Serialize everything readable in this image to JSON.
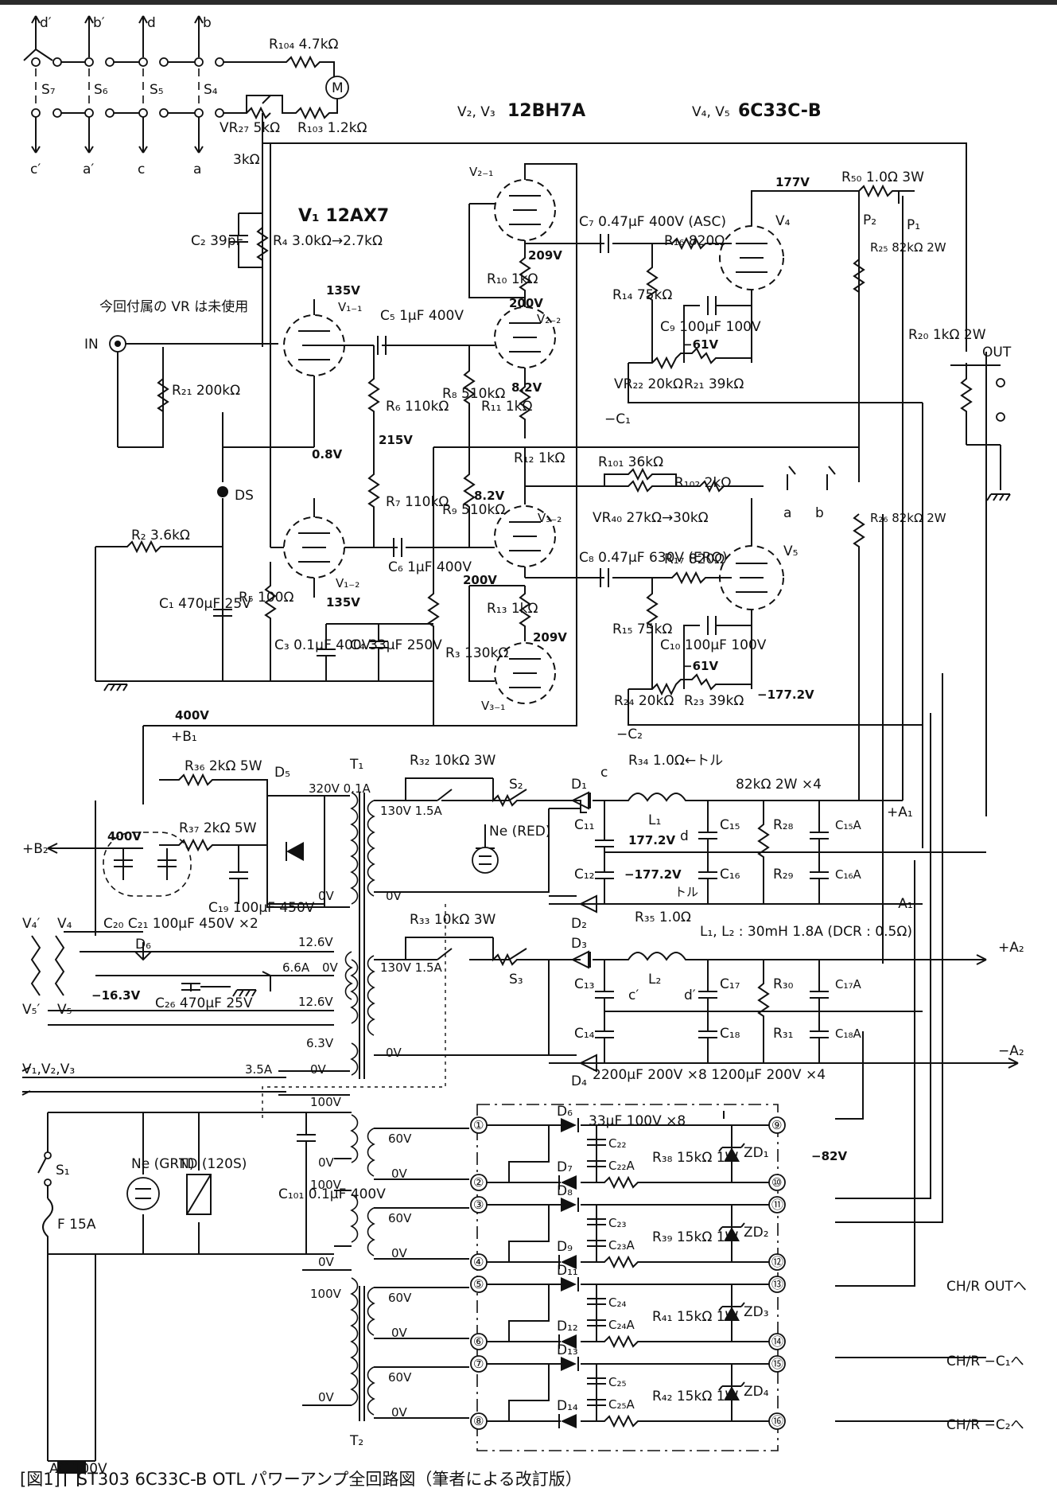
{
  "caption": "[図1]　ST303 6C33C-B OTL パワーアンプ全回路図（筆者による改訂版）",
  "headers": {
    "v1": "V₁ 12AX7",
    "v23_prefix": "V₂, V₃",
    "v23_type": "12BH7A",
    "v45_prefix": "V₄, V₅",
    "v45_type": "6C33C-B"
  },
  "switches": {
    "top_labels": [
      "d′",
      "b′",
      "d",
      "b"
    ],
    "names": [
      "S₇",
      "S₆",
      "S₅",
      "S₄"
    ],
    "bottom_labels": [
      "c′",
      "a′",
      "c",
      "a"
    ]
  },
  "meter_circuit": {
    "r104": "R₁₀₄ 4.7kΩ",
    "meter": "M",
    "vr27": "VR₂₇ 5kΩ",
    "r103": "R₁₀₃ 1.2kΩ",
    "vr27_note": "3kΩ"
  },
  "input_stage": {
    "in": "IN",
    "vr_note": "今回付属の VR は未使用",
    "r21": "R₂₁ 200kΩ",
    "c2": "C₂ 39pF",
    "r4": "R₄ 3.0kΩ→2.7kΩ",
    "v11": "V₁₋₁",
    "v12": "V₁₋₂",
    "ds": "DS",
    "r2": "R₂ 3.6kΩ",
    "c1": "C₁ 470μF 25V",
    "r5": "R₅ 100Ω",
    "c5": "C₅ 1μF 400V",
    "c6": "C₆ 1μF 400V",
    "r6": "R₆ 110kΩ",
    "r7": "R₇ 110kΩ",
    "c3": "C₃ 0.1μF 400V",
    "c4": "C₄ 33μF 250V",
    "r3": "R₃ 130kΩ",
    "b1_voltage": "400V",
    "b1": "+B₁"
  },
  "driver_stage": {
    "v21": "V₂₋₁",
    "v22": "V₂₋₂",
    "v31": "V₃₋₁",
    "v32": "V₃₋₂",
    "r10": "R₁₀ 1kΩ",
    "r11": "R₁₁ 1kΩ",
    "r12": "R₁₂ 1kΩ",
    "r13": "R₁₃ 1kΩ",
    "r8": "R₈ 510kΩ",
    "r9": "R₉ 510kΩ",
    "c7": "C₇ 0.47μF 400V (ASC)",
    "c8": "C₈ 0.47μF 630V (ERO)"
  },
  "output_stage": {
    "v4": "V₄",
    "v5": "V₅",
    "r16": "R₁₆ 820Ω",
    "r17": "R₁₇ 820Ω",
    "r14": "R₁₄ 75kΩ",
    "r15": "R₁₅ 75kΩ",
    "c9": "C₉ 100μF 100V",
    "c10": "C₁₀ 100μF 100V",
    "vr22": "VR₂₂ 20kΩ",
    "r21b": "R₂₁ 39kΩ",
    "vr24": "R₂₄ 20kΩ",
    "r23": "R₂₃ 39kΩ",
    "c1_node": "−C₁",
    "c2_node": "−C₂",
    "r50": "R₅₀ 1.0Ω 3W",
    "p1": "P₁",
    "p2": "P₂",
    "r25": "R₂₅ 82kΩ 2W",
    "r26": "R₂₆ 82kΩ 2W",
    "r20": "R₂₀ 1kΩ 2W",
    "out": "OUT",
    "r101": "R₁₀₁ 36kΩ",
    "r102": "R₁₀₂ 2kΩ",
    "vr40": "VR₄₀ 27kΩ→30kΩ",
    "meter_a": "a",
    "meter_b": "b"
  },
  "voltages": {
    "v135_top": "135V",
    "v135_bot": "135V",
    "v08": "0.8V",
    "v215": "215V",
    "v209_top": "209V",
    "v200_top": "200V",
    "v82_top": "8.2V",
    "v82_bot": "8.2V",
    "v200_bot": "200V",
    "v209_bot": "209V",
    "v177": "177V",
    "v61_top": "−61V",
    "v61_bot": "−61V",
    "vm1772": "−177.2V",
    "v400_b2": "400V",
    "v163": "−16.3V",
    "v1772_c11": "177.2V",
    "vm1772_c12": "−177.2V",
    "vm82": "−82V"
  },
  "power_supply": {
    "r36": "R₃₆ 2kΩ 5W",
    "r37": "R₃₇ 2kΩ 5W",
    "d5": "D₅",
    "c19": "C₁₉ 100μF 450V",
    "c2021": "C₂₀ C₂₁ 100μF 450V ×2",
    "b2": "+B₂",
    "t1": "T₁",
    "t1_hv": "320V 0.1A",
    "t1_0v": "0V",
    "heater_labels": [
      "V₄′",
      "V₄",
      "V₅′",
      "V₅"
    ],
    "d6": "D₆",
    "c26": "C₂₆ 470μF 25V",
    "h126a": "12.6V",
    "h66": "6.6A",
    "h0v": "0V",
    "h126b": "12.6V",
    "h63": "6.3V",
    "h0v2": "0V",
    "h35": "3.5A",
    "v123": "V₁,V₂,V₃",
    "w130a": "130V 1.5A",
    "w0va": "0V",
    "w130b": "130V 1.5A",
    "w0vb": "0V",
    "r32": "R₃₂ 10kΩ 3W",
    "r33": "R₃₃ 10kΩ 3W",
    "s2": "S₂",
    "s3": "S₃",
    "ne_red": "Ne (RED)",
    "d1": "D₁",
    "d2": "D₂",
    "d3": "D₃",
    "d4": "D₄",
    "r34": "R₃₄ 1.0Ω←トル",
    "r35": "R₃₅ 1.0Ω",
    "l1": "L₁",
    "l2": "L₂",
    "l_spec": "L₁, L₂ : 30mH 1.8A (DCR : 0.5Ω)",
    "r28": "R₂₈",
    "r29": "R₂₉",
    "r30": "R₃₀",
    "r31": "R₃₁",
    "r_spec": "82kΩ 2W ×4",
    "c11": "C₁₁",
    "c12": "C₁₂",
    "c13": "C₁₃",
    "c14": "C₁₄",
    "c15": "C₁₅",
    "c16": "C₁₆",
    "c17": "C₁₇",
    "c18": "C₁₈",
    "c15a": "C₁₅A",
    "c16a": "C₁₆A",
    "c17a": "C₁₇A",
    "c18a": "C₁₈A",
    "c_spec": "2200μF 200V ×8 1200μF 200V ×4",
    "torule": "トル",
    "plus_a1": "+A₁",
    "minus_a1": "−A₁",
    "plus_a2": "+A₂",
    "minus_a2": "−A₂",
    "node_c": "c",
    "node_d": "d",
    "node_c2": "c′",
    "node_d2": "d′"
  },
  "mains": {
    "s1": "S₁",
    "fuse": "F 15A",
    "ne_grn": "Ne (GRN)",
    "td": "TD (120S)",
    "c101": "C₁₀₁ 0.1μF 400V",
    "t2": "T₂",
    "t2_100a": "100V",
    "t2_0va": "0V",
    "t2_100b": "100V",
    "t2_0vb": "0V",
    "t2_100c": "100V",
    "t2_0vc": "0V",
    "ac": "AC 100V"
  },
  "bias_supply": {
    "sec60": [
      "60V",
      "0V",
      "60V",
      "0V",
      "60V",
      "0V",
      "60V",
      "0V"
    ],
    "term_left": [
      "①",
      "②",
      "③",
      "④",
      "⑤",
      "⑥",
      "⑦",
      "⑧"
    ],
    "term_right": [
      "⑨",
      "⑩",
      "⑪",
      "⑫",
      "⑬",
      "⑭",
      "⑮",
      "⑯"
    ],
    "diodes": [
      "D₆",
      "D₇",
      "D₈",
      "D₉",
      "D₁₁",
      "D₁₂",
      "D₁₃",
      "D₁₄"
    ],
    "caps": [
      "C₂₂",
      "C₂₂A",
      "C₂₃",
      "C₂₃A",
      "C₂₄",
      "C₂₄A",
      "C₂₅",
      "C₂₅A"
    ],
    "cap_spec": "33μF 100V ×8",
    "res": [
      "R₃₈ 15kΩ 1W",
      "R₃₉ 15kΩ 1W",
      "R₄₁ 15kΩ 1W",
      "R₄₂ 15kΩ 1W"
    ],
    "zeners": [
      "ZD₁",
      "ZD₂",
      "ZD₃",
      "ZD₄"
    ],
    "outputs": [
      "CH/R OUTへ",
      "CH/R −C₁へ",
      "CH/R −C₂へ"
    ]
  }
}
